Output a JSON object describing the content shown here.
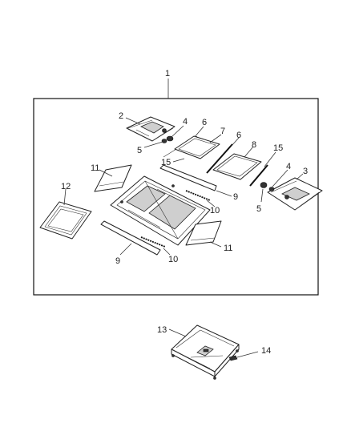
{
  "diagram": {
    "callouts": {
      "c1": "1",
      "c2": "2",
      "c3": "3",
      "c4a": "4",
      "c4b": "4",
      "c5a": "5",
      "c5b": "5",
      "c6a": "6",
      "c6b": "6",
      "c7": "7",
      "c8": "8",
      "c9a": "9",
      "c9b": "9",
      "c10a": "10",
      "c10b": "10",
      "c11a": "11",
      "c11b": "11",
      "c12": "12",
      "c13": "13",
      "c14": "14",
      "c15a": "15",
      "c15b": "15"
    }
  }
}
